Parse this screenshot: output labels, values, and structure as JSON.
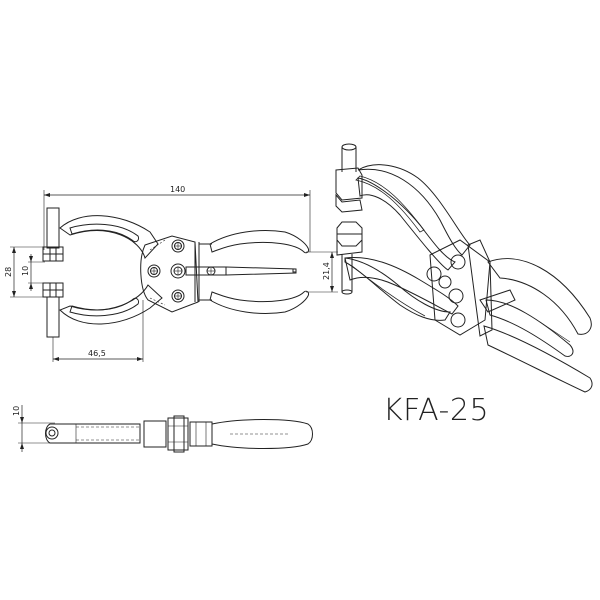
{
  "drawing": {
    "model": "KFA-25",
    "views": {
      "top_view": {
        "dimensions": {
          "overall_length": "140",
          "jaw_outer_gap": "28",
          "jaw_inner_gap": "10",
          "jaw_depth": "46,5"
        }
      },
      "side_view": {
        "dimensions": {
          "thickness": "10"
        }
      },
      "isometric_view": {
        "dimensions": {
          "jaw_opening": "21,4"
        }
      }
    },
    "colors": {
      "line": "#222222",
      "background": "#ffffff"
    }
  }
}
